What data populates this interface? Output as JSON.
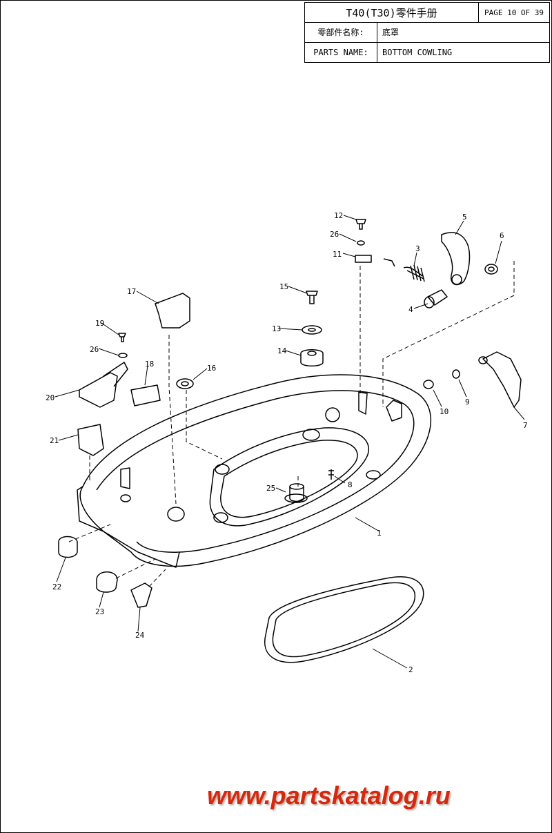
{
  "title_block": {
    "title": "T40(T30)零件手册",
    "page": "PAGE 10 OF 39",
    "cn_label": "零部件名称:",
    "cn_value": "底罩",
    "en_label": "PARTS NAME:",
    "en_value": "BOTTOM COWLING"
  },
  "callouts": [
    "1",
    "2",
    "3",
    "4",
    "5",
    "6",
    "7",
    "8",
    "9",
    "10",
    "11",
    "12",
    "13",
    "14",
    "15",
    "16",
    "17",
    "18",
    "19",
    "20",
    "21",
    "22",
    "23",
    "24",
    "25",
    "26",
    "26"
  ],
  "watermark": "www.partskatalog.ru"
}
